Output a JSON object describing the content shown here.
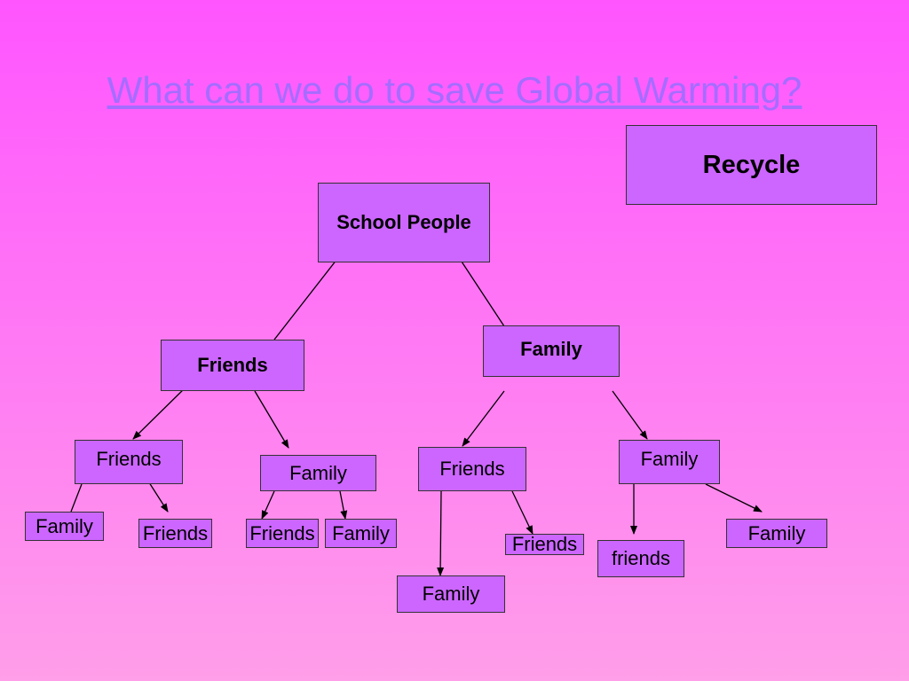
{
  "slide": {
    "title": "What can we do to save Global Warming?",
    "background_top": "#ff55ff",
    "background_bottom": "#ff9ee9",
    "title_color": "#a56cff"
  },
  "diagram": {
    "node_fill": "#cc66ff",
    "line_color": "#000000",
    "nodes": {
      "recycle": "Recycle",
      "school_people": "School People",
      "friends_l1": "Friends",
      "family_l1": "Family",
      "friends_l2_a": "Friends",
      "family_l2_b": "Family",
      "friends_l2_c": "Friends",
      "family_l2_d": "Family",
      "family_l3_a1": "Family",
      "friends_l3_a2": "Friends",
      "friends_l3_b1": "Friends",
      "family_l3_b2": "Family",
      "family_l3_c1": "Family",
      "friends_l3_c2": "Friends",
      "friends_l3_d1": "friends",
      "family_l3_d2": "Family"
    }
  }
}
